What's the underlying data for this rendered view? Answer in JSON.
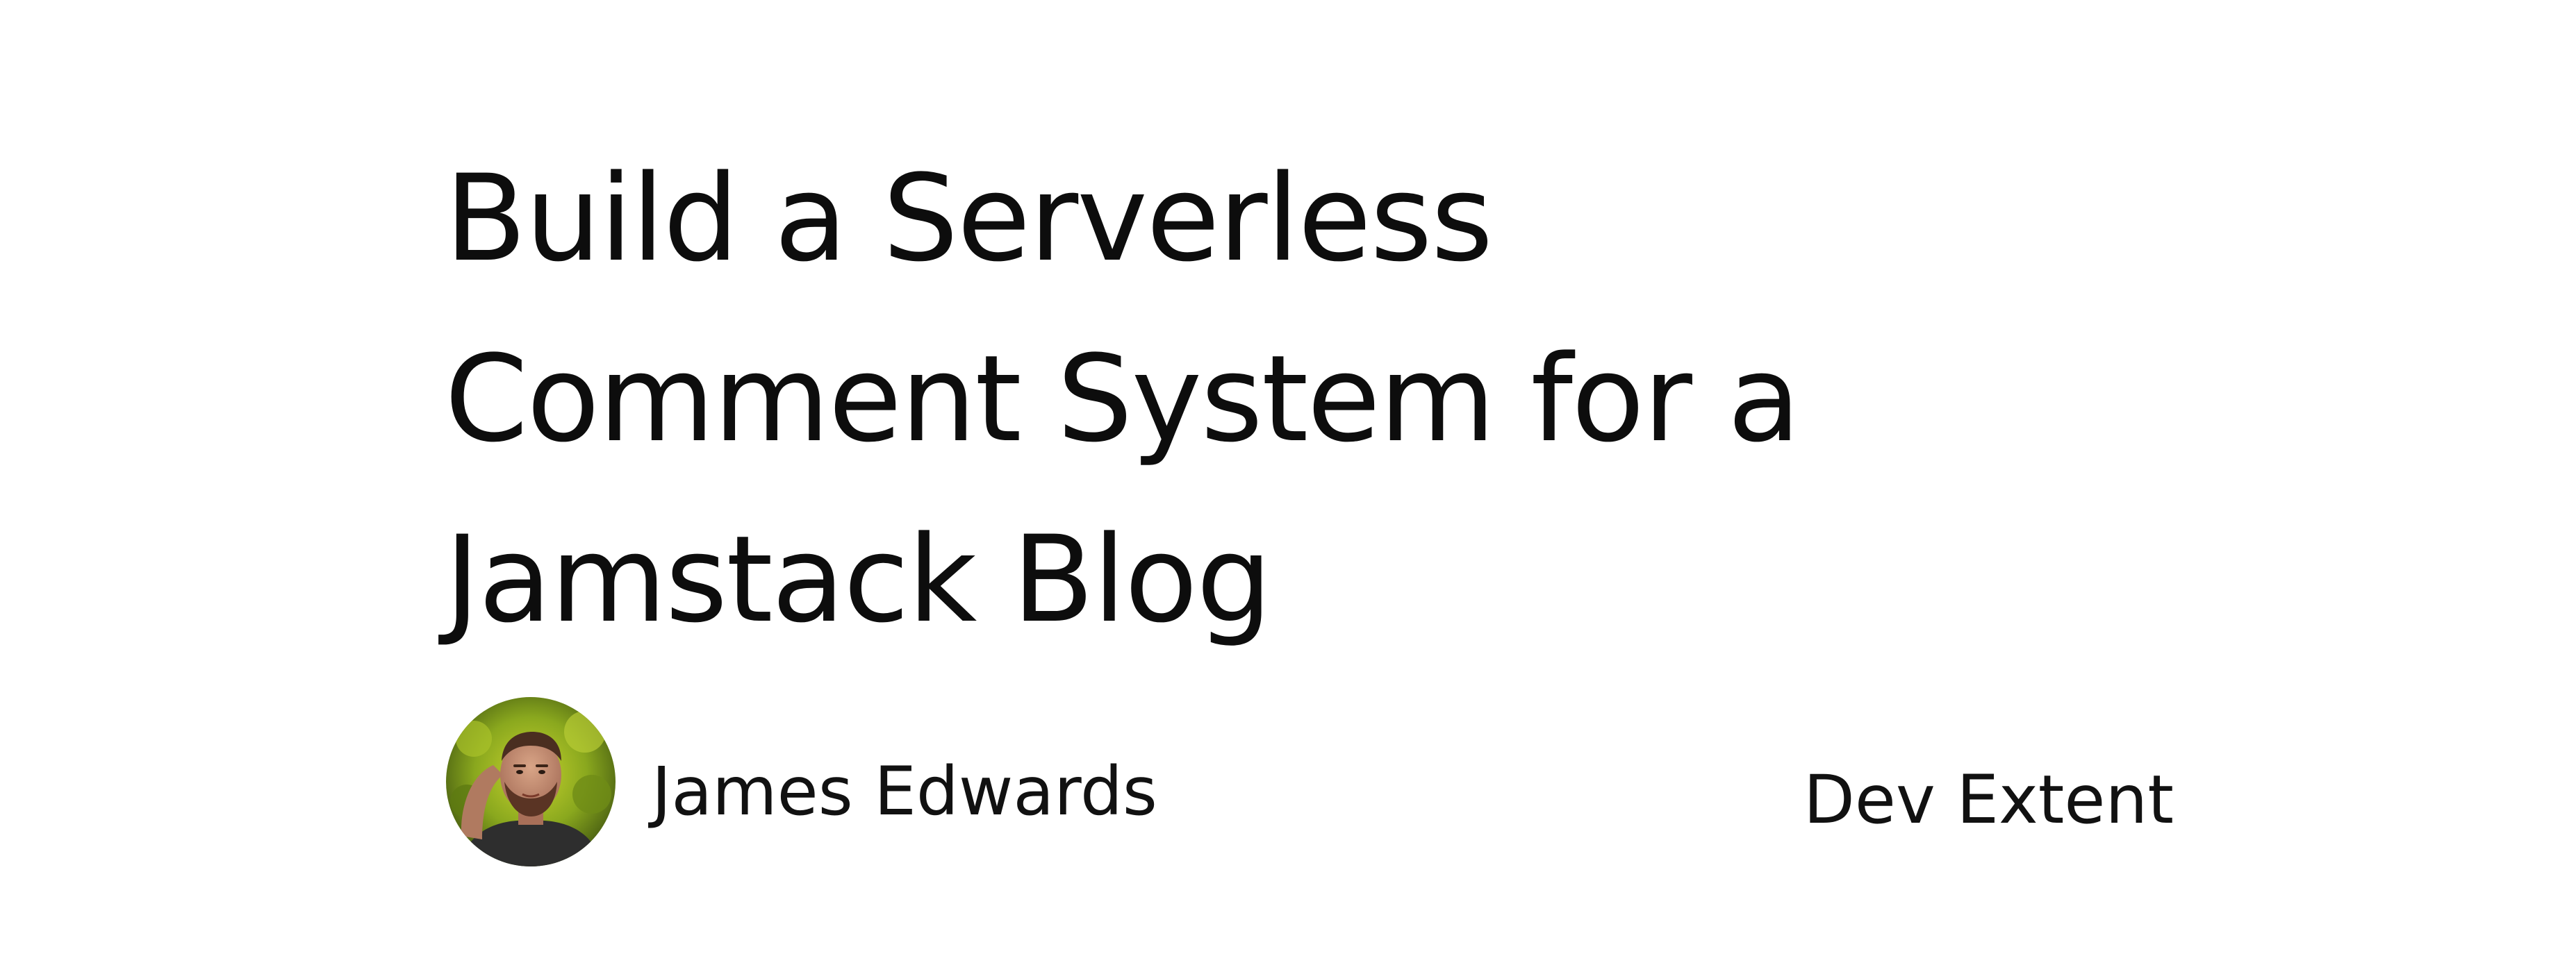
{
  "article": {
    "title": "Build a Serverless Comment System for a Jamstack Blog"
  },
  "author": {
    "name": "James Edwards",
    "avatar_icon": "author-avatar-photo"
  },
  "site": {
    "name": "Dev Extent"
  },
  "colors": {
    "background": "#ffffff",
    "text": "#111111",
    "avatar_background": "#7a9a1c"
  }
}
